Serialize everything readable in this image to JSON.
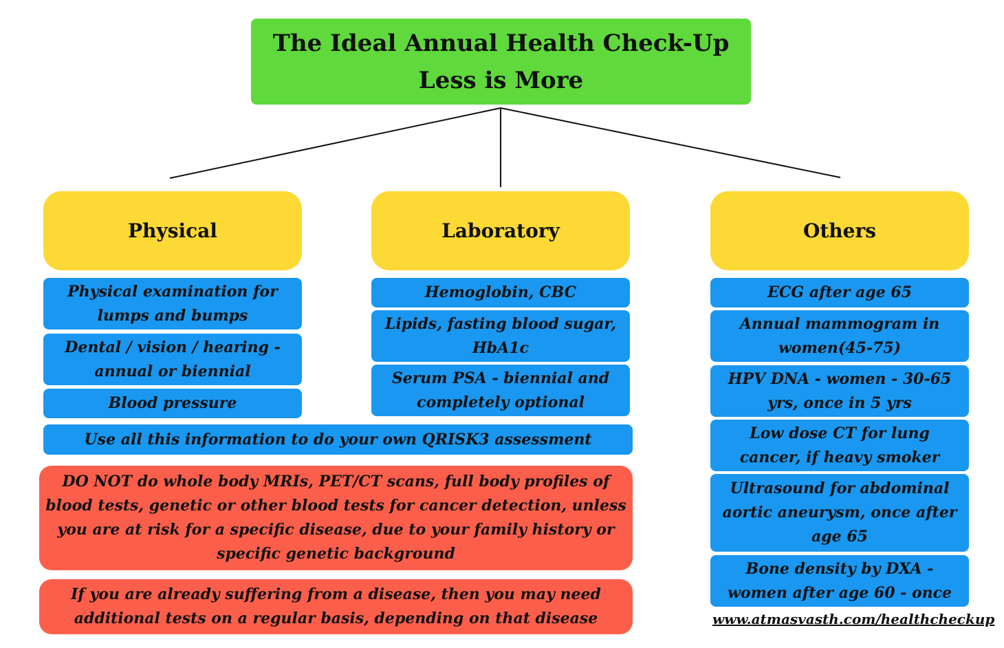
{
  "title": {
    "line1": "The Ideal Annual Health Check-Up",
    "line2": "Less is More"
  },
  "columns": {
    "physical": {
      "heading": "Physical",
      "items": [
        "Physical examination for lumps and bumps",
        "Dental / vision / hearing - annual or biennial",
        "Blood pressure"
      ]
    },
    "laboratory": {
      "heading": "Laboratory",
      "items": [
        "Hemoglobin, CBC",
        "Lipids, fasting blood sugar, HbA1c",
        "Serum PSA - biennial and completely optional"
      ]
    },
    "others": {
      "heading": "Others",
      "items": [
        "ECG after age 65",
        "Annual mammogram in women(45-75)",
        "HPV DNA - women - 30-65 yrs, once in 5 yrs",
        "Low dose CT for lung cancer, if heavy smoker",
        "Ultrasound for abdominal aortic aneurysm, once after age 65",
        "Bone density by DXA - women after age 60 - once"
      ]
    }
  },
  "qrisk_note": "Use all this information to do your own QRISK3 assessment",
  "warnings": [
    "DO NOT do whole body MRIs, PET/CT scans, full body profiles of blood tests, genetic or other blood tests for cancer detection, unless you are at risk for a specific disease, due to your family history or specific genetic background",
    "If you are already suffering from a disease, then you may need additional tests on a regular basis, depending on that disease"
  ],
  "footer_url": "www.atmasvasth.com/healthcheckup",
  "colors": {
    "title_bg": "#5fd93b",
    "heading_bg": "#fcd935",
    "item_bg": "#1a97f0",
    "warning_bg": "#fb5f4b"
  }
}
